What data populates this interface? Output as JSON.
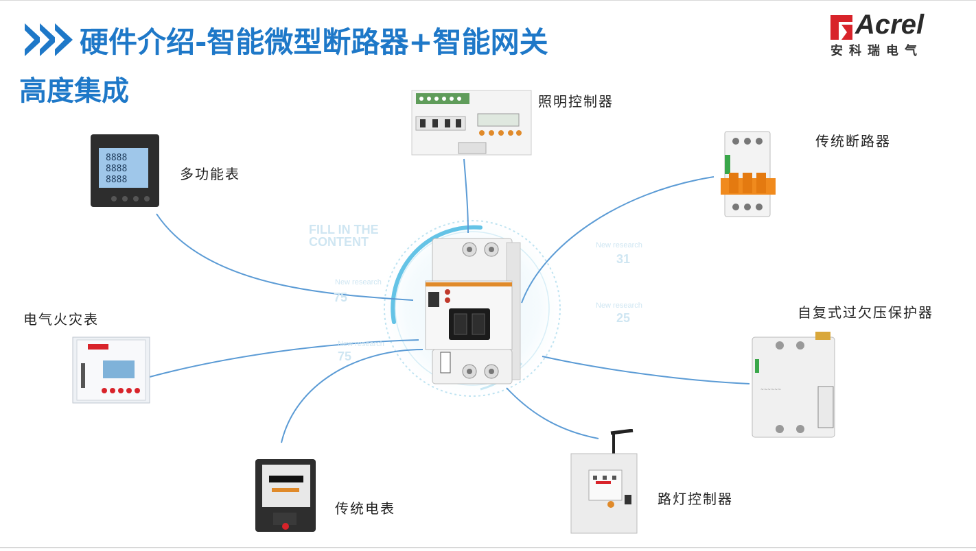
{
  "header": {
    "title": "硬件介绍-智能微型断路器+智能网关",
    "subtitle": "高度集成"
  },
  "logo": {
    "name": "Acrel",
    "cn": "安科瑞电气"
  },
  "devices": {
    "lighting": "照明控制器",
    "breaker": "传统断路器",
    "meter": "多功能表",
    "fire": "电气火灾表",
    "recloser": "自复式过欠压保护器",
    "kwh": "传统电表",
    "street": "路灯控制器"
  },
  "colors": {
    "accent": "#1e78c8",
    "link": "#5b9bd5",
    "brand_red": "#d8232a"
  }
}
